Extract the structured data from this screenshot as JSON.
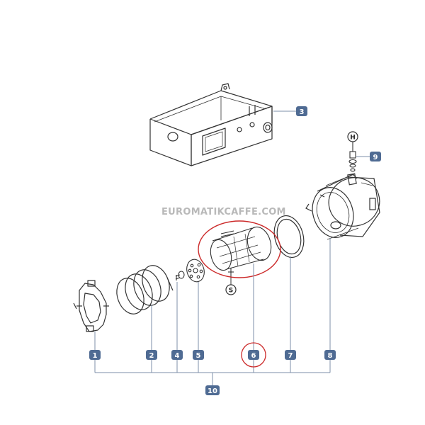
{
  "watermark": "EUROMATIKCAFFE.COM",
  "colors": {
    "badge": "#4f6b93",
    "highlight": "#cc2a2a",
    "line": "#333333",
    "leader": "#7e8fa8"
  },
  "part_labels": {
    "p1": "1",
    "p2": "2",
    "p3": "3",
    "p4": "4",
    "p5": "5",
    "p6": "6",
    "p7": "7",
    "p8": "8",
    "p9": "9",
    "p10": "10"
  },
  "letter_labels": {
    "h": "H",
    "s": "S"
  },
  "highlighted_part": "6"
}
